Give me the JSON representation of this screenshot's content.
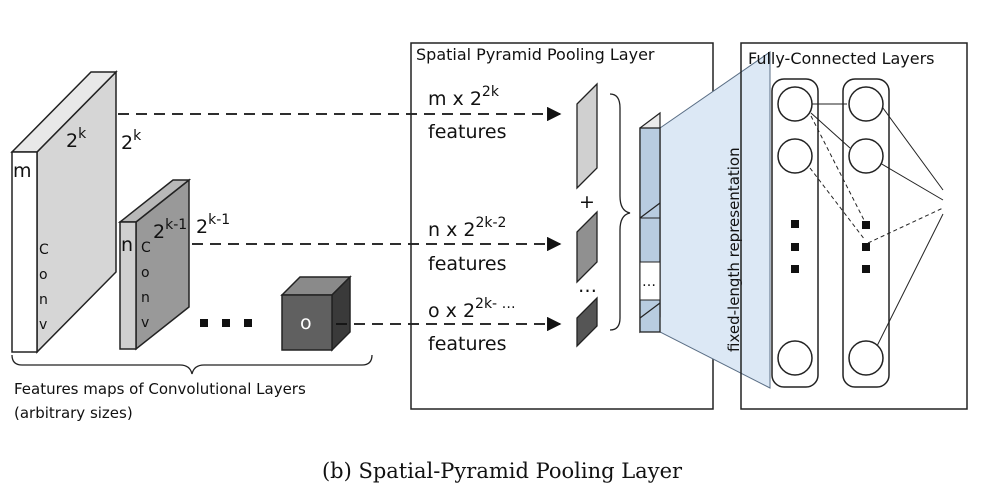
{
  "caption": "(b) Spatial-Pyramid Pooling Layer",
  "spp_box": {
    "title": "Spatial Pyramid Pooling Layer"
  },
  "fc_box": {
    "title": "Fully-Connected Layers"
  },
  "fixed_length_label": "fixed-length representation",
  "feature_maps": {
    "label_line1": "Features maps of Convolutional Layers",
    "label_line2": "(arbitrary sizes)",
    "large": {
      "letter": "m",
      "size_face": "2",
      "size_face_exp": "k",
      "size_side": "2",
      "size_side_exp": "k",
      "conv": [
        "C",
        "o",
        "n",
        "v"
      ]
    },
    "medium": {
      "letter": "n",
      "size_face": "2",
      "size_face_exp": "k-1",
      "size_side": "2",
      "size_side_exp": "k-1",
      "conv": [
        "C",
        "o",
        "n",
        "v"
      ]
    },
    "small": {
      "letter": "o"
    }
  },
  "levels": [
    {
      "count": "m x 2",
      "exp": "2k",
      "word": "features"
    },
    {
      "count": "n x 2",
      "exp": "2k-2",
      "word": "features"
    },
    {
      "count": "o x 2",
      "exp": "2k- …",
      "word": "features"
    }
  ],
  "symbols": {
    "plus": "+",
    "ellipsis": "…",
    "vdots": "…"
  },
  "colors": {
    "level1": "#d0d0d0",
    "level2": "#909090",
    "level3": "#555555",
    "vector_fill": "#b8cce0",
    "projection": "#dce8f5",
    "small_cube_front": "#606060"
  }
}
